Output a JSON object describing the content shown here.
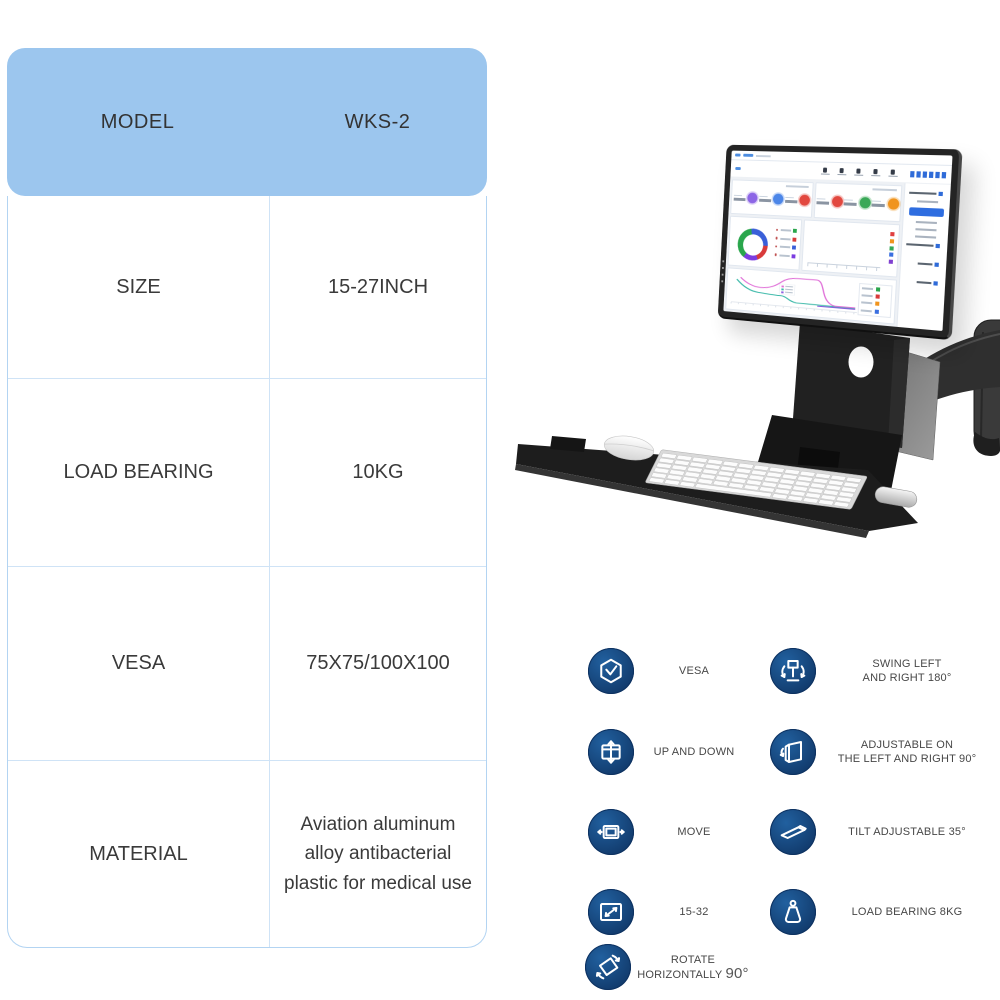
{
  "colors": {
    "table_header_bg": "#9cc6ee",
    "table_border": "#b3d4f2",
    "table_text": "#3a3a3a",
    "feature_icon_blue": "#16477e",
    "screen_highlight_blue": "#2e6de0",
    "chart_green": "#2aa64c",
    "chart_blue": "#3a5fd8",
    "chart_red": "#d83a3a",
    "chart_orange": "#f0941e",
    "chart_purple": "#7b3ce0",
    "chart_pink": "#e070d8",
    "chart_teal": "#3ab8a8"
  },
  "spec_table": {
    "header": {
      "label": "MODEL",
      "value": "WKS-2"
    },
    "rows": [
      {
        "label": "SIZE",
        "value": "15-27INCH"
      },
      {
        "label": "LOAD BEARING",
        "value": "10KG"
      },
      {
        "label": "VESA",
        "value": "75X75/100X100"
      },
      {
        "label": "MATERIAL",
        "value": "Aviation aluminum alloy antibacterial plastic for medical use"
      }
    ]
  },
  "features": {
    "items": [
      {
        "icon": "vesa-icon",
        "line1": "VESA",
        "line2": ""
      },
      {
        "icon": "swing-icon",
        "line1": "SWING LEFT",
        "line2": "AND RIGHT 180°"
      },
      {
        "icon": "up-down-icon",
        "line1": "UP AND DOWN",
        "line2": ""
      },
      {
        "icon": "adjustable-left-right-icon",
        "line1": "ADJUSTABLE ON",
        "line2": "THE LEFT AND RIGHT 90°"
      },
      {
        "icon": "move-icon",
        "line1": "MOVE",
        "line2": ""
      },
      {
        "icon": "tilt-icon",
        "line1": "TILT ADJUSTABLE 35°",
        "line2": ""
      },
      {
        "icon": "size-range-icon",
        "line1": "15-32",
        "line2": ""
      },
      {
        "icon": "load-bearing-icon",
        "line1": "LOAD BEARING 8KG",
        "line2": ""
      },
      {
        "icon": "rotate-icon",
        "line1": "ROTATE",
        "line2": "HORIZONTALLY",
        "suffix": "90°"
      }
    ]
  }
}
